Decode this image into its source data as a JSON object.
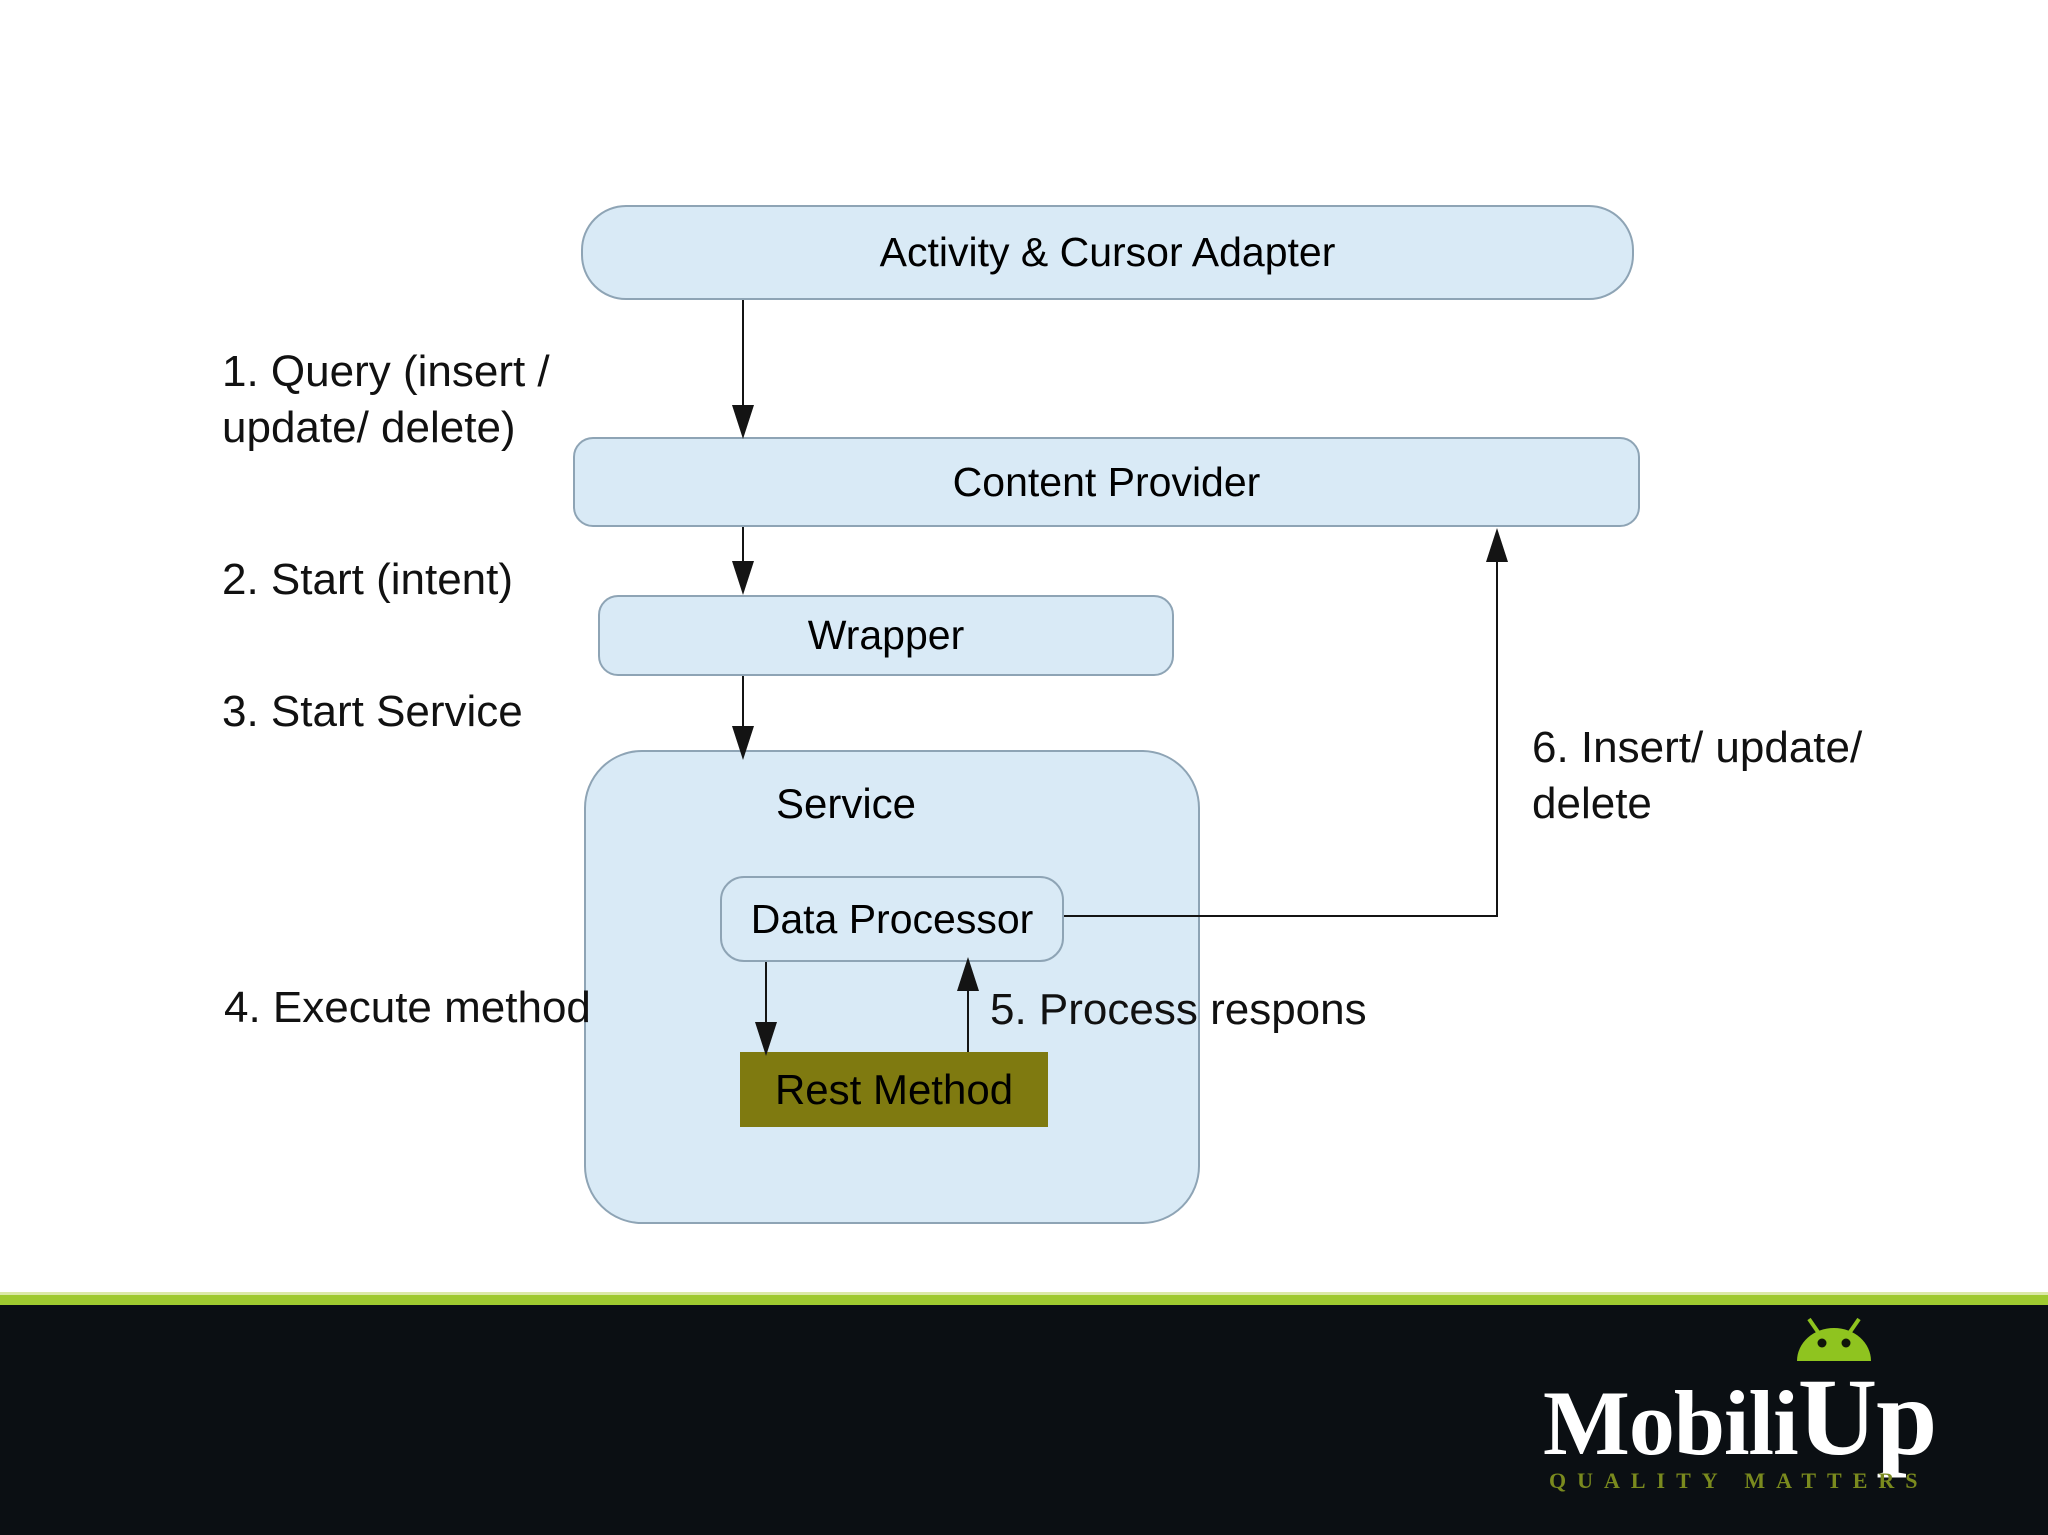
{
  "diagram": {
    "nodes": {
      "activity": "Activity & Cursor Adapter",
      "content_provider": "Content Provider",
      "wrapper": "Wrapper",
      "service": "Service",
      "data_processor": "Data Processor",
      "rest_method": "Rest Method"
    },
    "steps": {
      "s1": "1. Query (insert /\nupdate/ delete)",
      "s2": "2. Start (intent)",
      "s3": "3. Start Service",
      "s4": "4. Execute method",
      "s5": "5. Process respons",
      "s6": "6. Insert/ update/\ndelete"
    }
  },
  "footer": {
    "brand_part1": "Mobili",
    "brand_part2": "Up",
    "tagline": "QUALITY MATTERS"
  },
  "colors": {
    "node_fill": "#d9eaf6",
    "node_border": "#8ea4b5",
    "rest_fill": "#7f7a10",
    "arrow": "#141414",
    "accent_green": "#9fc930",
    "accent_green_light": "#dce9a8",
    "footer_bg": "#0b0f13",
    "robot_green": "#8fc41f",
    "tagline_green": "#7a8a1e",
    "brand_white": "#ffffff"
  }
}
